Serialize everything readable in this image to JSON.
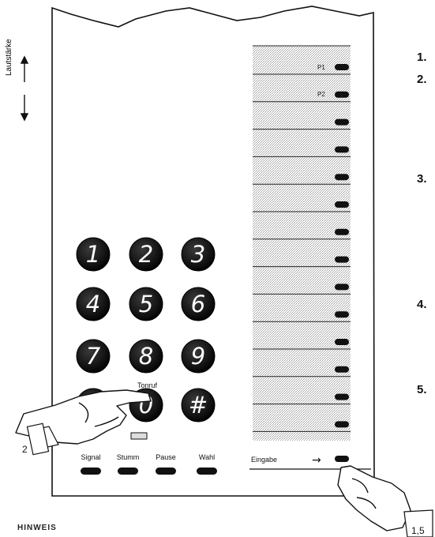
{
  "volume_label": "Lautstärke",
  "keypad": {
    "keys": [
      "1",
      "2",
      "3",
      "4",
      "5",
      "6",
      "7",
      "8",
      "9",
      "*",
      "0",
      "#"
    ],
    "tonruf_label": "Tonruf"
  },
  "function_keys": [
    {
      "label": "Signal"
    },
    {
      "label": "Stumm"
    },
    {
      "label": "Pause"
    },
    {
      "label": "Wahl"
    }
  ],
  "program_keys": {
    "p1_label": "P1",
    "p2_label": "P2",
    "count": 14
  },
  "entry": {
    "label": "Eingabe",
    "arrow": "→"
  },
  "callouts": {
    "left_hand": "2",
    "right_hand": "1,5"
  },
  "steps": [
    "1.",
    "2.",
    "3.",
    "4.",
    "5."
  ],
  "footer_partial": "HINWEIS"
}
